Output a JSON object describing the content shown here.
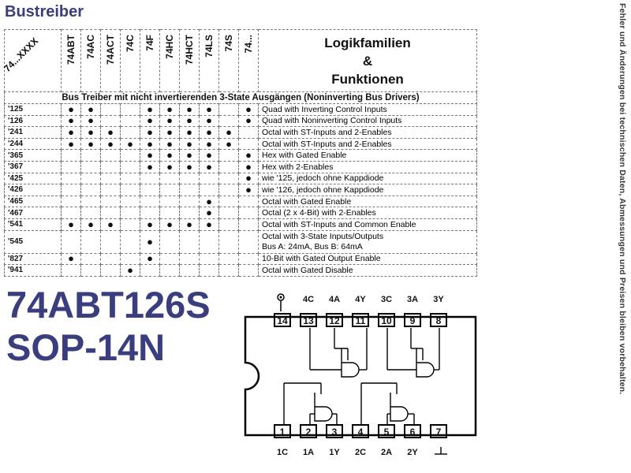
{
  "title": "Bustreiber",
  "side_note": "Fehler und Änderungen bei technischen Daten, Abmessungen und Preisen bleiben vorbehalten.",
  "table": {
    "corner_label": "74...XXXX",
    "families": [
      "74ABT",
      "74AC",
      "74ACT",
      "74C",
      "74F",
      "74HC",
      "74HCT",
      "74LS",
      "74S",
      "74..."
    ],
    "heading": [
      "Logikfamilien",
      "&",
      "Funktionen"
    ],
    "section_title": "Bus Treiber mit nicht invertierenden 3-State Ausgängen (Noninverting Bus Drivers)",
    "dot_glyph": "●",
    "rows": [
      {
        "part": "'125",
        "marks": [
          1,
          1,
          0,
          0,
          1,
          1,
          1,
          1,
          0,
          1
        ],
        "desc": [
          "Quad with Inverting Control Inputs"
        ]
      },
      {
        "part": "'126",
        "marks": [
          1,
          1,
          0,
          0,
          1,
          1,
          1,
          1,
          0,
          1
        ],
        "desc": [
          "Quad with Noninverting Control Inputs"
        ]
      },
      {
        "part": "'241",
        "marks": [
          1,
          1,
          1,
          0,
          1,
          1,
          1,
          1,
          1,
          0
        ],
        "desc": [
          "Octal with ST-Inputs and 2-Enables"
        ]
      },
      {
        "part": "'244",
        "marks": [
          1,
          1,
          1,
          1,
          1,
          1,
          1,
          1,
          1,
          0
        ],
        "desc": [
          "Octal with ST-Inputs and 2-Enables"
        ]
      },
      {
        "part": "'365",
        "marks": [
          0,
          0,
          0,
          0,
          1,
          1,
          1,
          1,
          0,
          1
        ],
        "desc": [
          "Hex with Gated Enable"
        ]
      },
      {
        "part": "'367",
        "marks": [
          0,
          0,
          0,
          0,
          1,
          1,
          1,
          1,
          0,
          1
        ],
        "desc": [
          "Hex with 2-Enables"
        ]
      },
      {
        "part": "'425",
        "marks": [
          0,
          0,
          0,
          0,
          0,
          0,
          0,
          0,
          0,
          1
        ],
        "desc": [
          "wie '125, jedoch ohne Kappdiode"
        ]
      },
      {
        "part": "'426",
        "marks": [
          0,
          0,
          0,
          0,
          0,
          0,
          0,
          0,
          0,
          1
        ],
        "desc": [
          "wie '126, jedoch ohne Kappdiode"
        ]
      },
      {
        "part": "'465",
        "marks": [
          0,
          0,
          0,
          0,
          0,
          0,
          0,
          1,
          0,
          0
        ],
        "desc": [
          "Octal with Gated Enable"
        ]
      },
      {
        "part": "'467",
        "marks": [
          0,
          0,
          0,
          0,
          0,
          0,
          0,
          1,
          0,
          0
        ],
        "desc": [
          "Octal (2 x 4-Bit) with 2-Enables"
        ]
      },
      {
        "part": "'541",
        "marks": [
          1,
          1,
          1,
          0,
          1,
          1,
          1,
          1,
          0,
          0
        ],
        "desc": [
          "Octal with ST-Inputs and Common Enable"
        ]
      },
      {
        "part": "'545",
        "marks": [
          0,
          0,
          0,
          0,
          1,
          0,
          0,
          0,
          0,
          0
        ],
        "desc": [
          "Octal with 3-State Inputs/Outputs",
          "Bus A: 24mA, Bus B: 64mA"
        ]
      },
      {
        "part": "'827",
        "marks": [
          1,
          0,
          0,
          0,
          1,
          0,
          0,
          0,
          0,
          0
        ],
        "desc": [
          "10-Bit with Gated Output Enable"
        ]
      },
      {
        "part": "'941",
        "marks": [
          0,
          0,
          0,
          1,
          0,
          0,
          0,
          0,
          0,
          0
        ],
        "desc": [
          "Octal with Gated Disable"
        ]
      }
    ]
  },
  "part_number": "74ABT126S",
  "package": "SOP-14N",
  "pinout": {
    "top_labels": [
      "4C",
      "4A",
      "4Y",
      "3C",
      "3A",
      "3Y"
    ],
    "top_pins": [
      "14",
      "13",
      "12",
      "11",
      "10",
      "9",
      "8"
    ],
    "bottom_pins": [
      "1",
      "2",
      "3",
      "4",
      "5",
      "6",
      "7"
    ],
    "bottom_labels": [
      "1C",
      "1A",
      "1Y",
      "2C",
      "2A",
      "2Y"
    ]
  }
}
